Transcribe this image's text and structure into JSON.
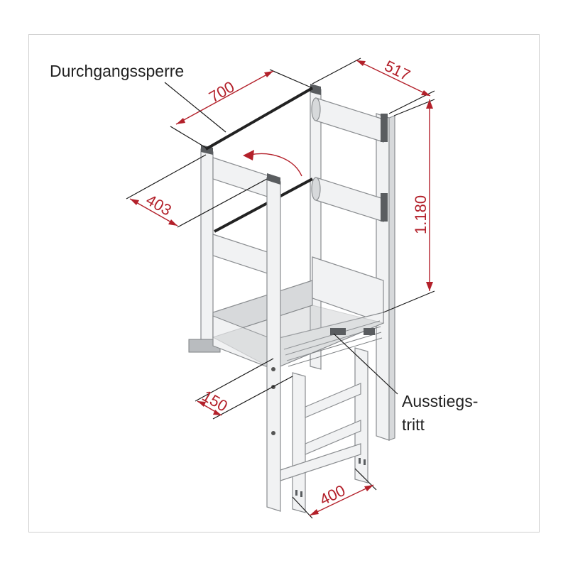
{
  "labels": {
    "gate": "Durchgangssperre",
    "step_line1": "Ausstiegs-",
    "step_line2": "tritt"
  },
  "dimensions": {
    "width_top": "700",
    "depth_top": "517",
    "height": "1.180",
    "gate_depth": "403",
    "step_offset": "150",
    "ladder_width": "400"
  },
  "colors": {
    "dimension": "#b3202a",
    "text": "#222222",
    "frame": "#cfcfcf"
  }
}
